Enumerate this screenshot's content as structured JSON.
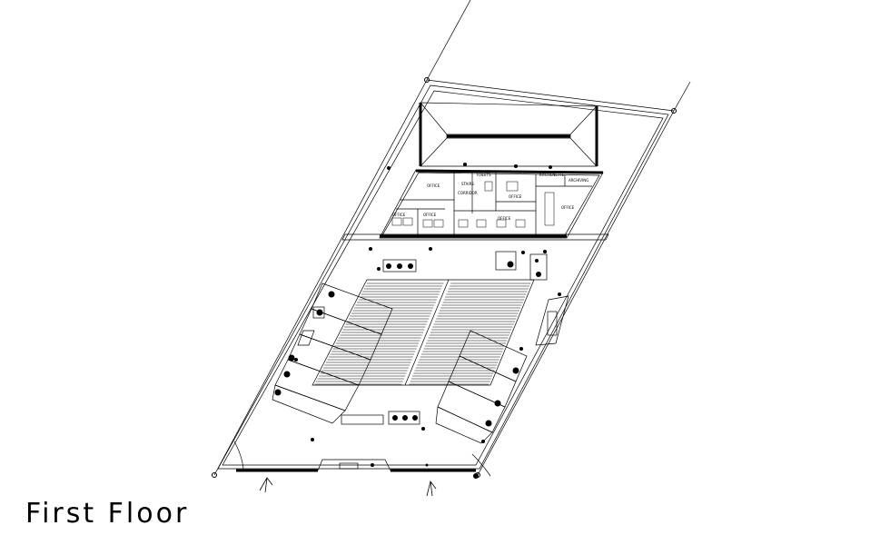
{
  "title": "First Floor",
  "rooms": {
    "office_1": "OFFICE",
    "office_2": "OFFICE",
    "office_3": "OFFICE",
    "office_4": "OFFICE",
    "office_5": "OFFICE",
    "office_6": "OFFICE",
    "corridor": "CORRIDOR",
    "kitchenette": "KITCHENETTE",
    "archive": "ARCHIVING",
    "toilets": "TOILETS",
    "stair": "STAIRS"
  },
  "colors": {
    "line": "#000000",
    "bg": "#ffffff"
  }
}
